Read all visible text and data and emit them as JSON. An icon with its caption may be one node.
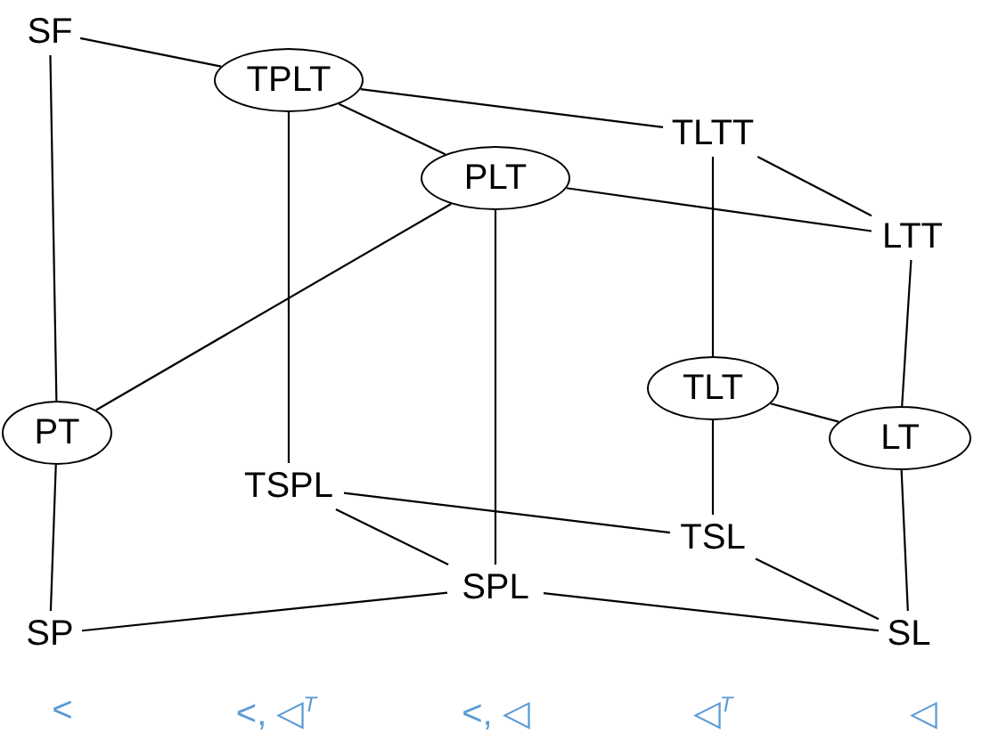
{
  "diagram": {
    "nodes": [
      {
        "text": [
          "SF"
        ]
      },
      {
        "text": [
          "TPLT"
        ]
      },
      {
        "text": [
          "TLTT"
        ]
      },
      {
        "text": [
          "PLT"
        ]
      },
      {
        "text": [
          "LTT"
        ]
      },
      {
        "text": [
          "PT"
        ]
      },
      {
        "text": [
          "TSPL"
        ]
      },
      {
        "text": [
          "TLT"
        ]
      },
      {
        "text": [
          "LT"
        ]
      },
      {
        "text": [
          "TSL"
        ]
      },
      {
        "text": [
          "SPL"
        ]
      },
      {
        "text": [
          "SP"
        ]
      },
      {
        "text": [
          "SL"
        ]
      }
    ],
    "edges": [
      {
        "from": 0,
        "to": 1,
        "arrow": "none"
      },
      {
        "from": 0,
        "to": 5,
        "arrow": "none"
      },
      {
        "from": 1,
        "to": 2,
        "arrow": "none"
      },
      {
        "from": 1,
        "to": 3,
        "arrow": "none"
      },
      {
        "from": 1,
        "to": 6,
        "arrow": "none"
      },
      {
        "from": 2,
        "to": 4,
        "arrow": "none"
      },
      {
        "from": 2,
        "to": 7,
        "arrow": "none"
      },
      {
        "from": 3,
        "to": 4,
        "arrow": "none"
      },
      {
        "from": 3,
        "to": 5,
        "arrow": "none"
      },
      {
        "from": 3,
        "to": 10,
        "arrow": "none"
      },
      {
        "from": 4,
        "to": 8,
        "arrow": "none"
      },
      {
        "from": 5,
        "to": 11,
        "arrow": "none"
      },
      {
        "from": 7,
        "to": 8,
        "arrow": "none"
      },
      {
        "from": 7,
        "to": 9,
        "arrow": "none"
      },
      {
        "from": 8,
        "to": 12,
        "arrow": "none"
      },
      {
        "from": 6,
        "to": 9,
        "arrow": "none"
      },
      {
        "from": 6,
        "to": 10,
        "arrow": "none"
      },
      {
        "from": 9,
        "to": 12,
        "arrow": "none"
      },
      {
        "from": 10,
        "to": 11,
        "arrow": "none"
      },
      {
        "from": 10,
        "to": 12,
        "arrow": "none"
      }
    ],
    "labels": [
      "<",
      "<, ◁$^{T}$",
      "<, ◁",
      "◁$^{T}$",
      "◁"
    ]
  }
}
